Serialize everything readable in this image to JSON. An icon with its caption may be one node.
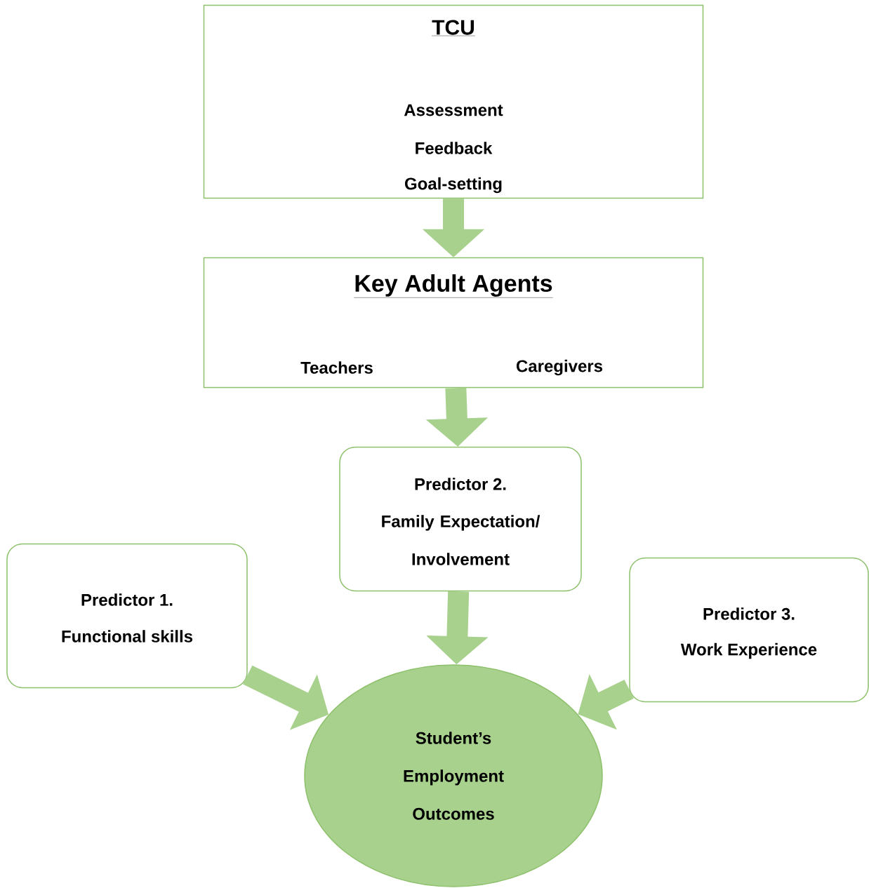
{
  "diagram": {
    "nodes": [
      {
        "text": [
          "TCU",
          "Assessment",
          "Feedback",
          "Goal-setting"
        ]
      },
      {
        "text": [
          "Key Adult Agents",
          "Teachers",
          "Caregivers"
        ]
      },
      {
        "text": [
          "Predictor 2.",
          "Family Expectation/ Involvement"
        ]
      },
      {
        "text": [
          "Predictor 1.",
          "Functional skills"
        ]
      },
      {
        "text": [
          "Predictor 3.",
          "Work Experience"
        ]
      },
      {
        "text": [
          "Student’s Employment Outcomes"
        ]
      }
    ],
    "edges": [
      {
        "from": 0,
        "to": 1,
        "arrow": "to"
      },
      {
        "from": 1,
        "to": 2,
        "arrow": "to"
      },
      {
        "from": 2,
        "to": 5,
        "arrow": "to"
      },
      {
        "from": 3,
        "to": 5,
        "arrow": "to"
      },
      {
        "from": 4,
        "to": 5,
        "arrow": "to"
      }
    ]
  }
}
